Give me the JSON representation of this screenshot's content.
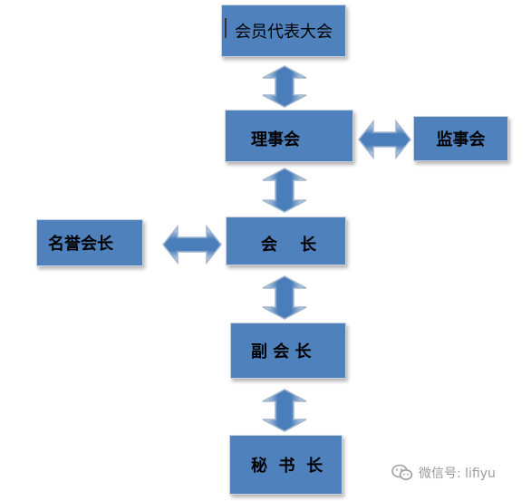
{
  "org_chart": {
    "general_assembly": "会员代表大会",
    "council": "理事会",
    "supervisory_board": "监事会",
    "honorary_president": "名誉会长",
    "president": "会    长",
    "vice_president": "副 会 长",
    "secretary_general": "秘  书  长"
  },
  "watermark": {
    "text": "微信号: lifiyu",
    "icon": "wechat-icon"
  },
  "colors": {
    "box_fill": "#4f81bd",
    "arrow_fill": "#4a7ebb",
    "arrow_highlight": "#ffffff"
  }
}
